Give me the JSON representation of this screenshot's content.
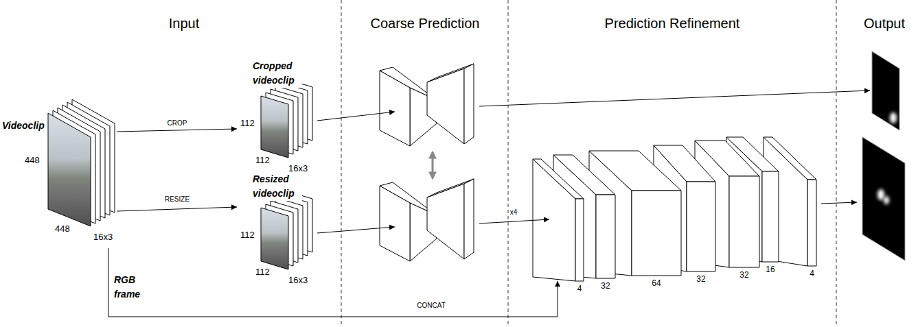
{
  "diagram": {
    "nodes": [
      {
        "text": [
          "Videoclip",
          "448",
          "448",
          "16x3"
        ]
      },
      {
        "text": [
          "Cropped videoclip",
          "112",
          "112",
          "16x3"
        ]
      },
      {
        "text": [
          "Resized videoclip",
          "112",
          "112",
          "16x3"
        ]
      },
      {
        "text": [
          "4"
        ]
      },
      {
        "text": [
          "32"
        ]
      },
      {
        "text": [
          "64"
        ]
      },
      {
        "text": [
          "32"
        ]
      },
      {
        "text": [
          "32"
        ]
      },
      {
        "text": [
          "16"
        ]
      },
      {
        "text": [
          "4"
        ]
      }
    ],
    "edges": [
      {
        "from": 0,
        "to": 1,
        "arrow": "to",
        "label": "CROP"
      },
      {
        "from": 0,
        "to": 2,
        "arrow": "to",
        "label": "RESIZE"
      },
      {
        "from": 0,
        "to": 3,
        "arrow": "to",
        "label": "CONCAT"
      }
    ],
    "labels": [
      "Input",
      "Coarse Prediction",
      "Prediction Refinement",
      "Output",
      "RGB frame",
      "x4"
    ]
  }
}
